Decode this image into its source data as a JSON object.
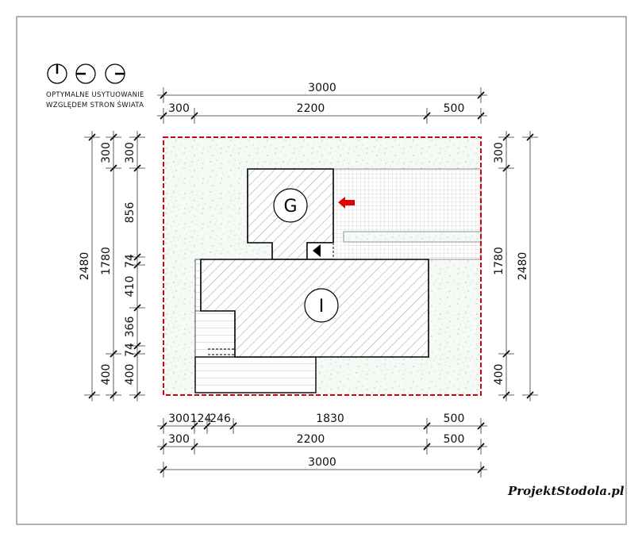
{
  "orientation": {
    "line1": "OPTYMALNE USYTUOWANIE",
    "line2": "WZGLĘDEM STRON ŚWIATA",
    "icons": [
      "compass-north-icon",
      "compass-west-icon",
      "compass-east-icon"
    ]
  },
  "top_dims": {
    "total": "3000",
    "left": "300",
    "middle": "2200",
    "right": "500"
  },
  "left_dims": {
    "total": "2480",
    "mid": [
      "300",
      "1780",
      "400"
    ],
    "inner": [
      "300",
      "856",
      "74",
      "410",
      "366",
      "74",
      "400"
    ]
  },
  "right_dims": {
    "total": "2480",
    "inner": [
      "300",
      "1780",
      "400"
    ]
  },
  "bottom_dims": {
    "row1": [
      "300",
      "124",
      "246",
      "1830",
      "500"
    ],
    "row2": [
      "300",
      "2200",
      "500"
    ],
    "total": "3000"
  },
  "buildings": {
    "garage_label": "G",
    "house_label": "I"
  },
  "colors": {
    "plot_border": "#d0021b",
    "entry_arrow": "#e00000",
    "grass": "#8fcf8f"
  },
  "logo": "ProjektStodola.pl"
}
